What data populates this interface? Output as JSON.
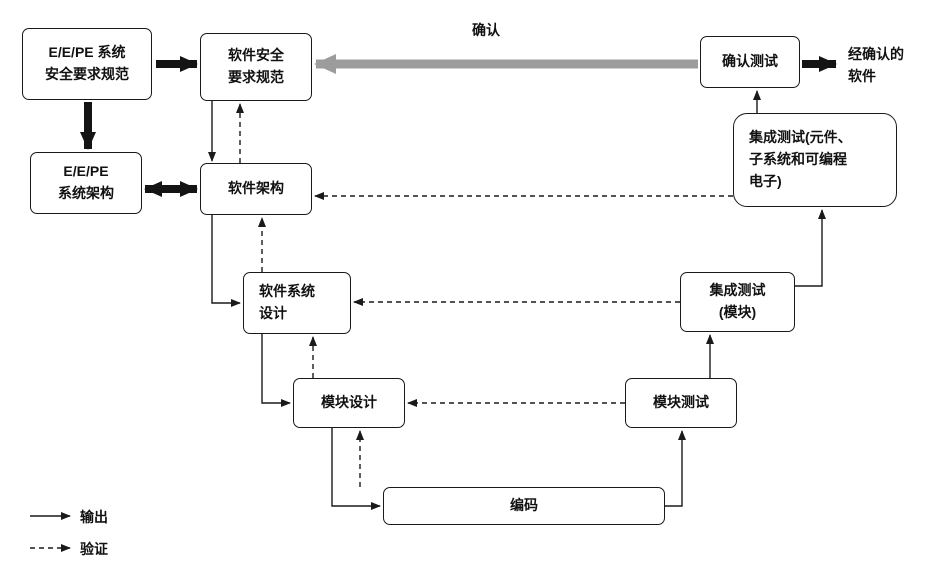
{
  "diagram": {
    "title_hint": "software-safety-lifecycle-v-model",
    "boxes": {
      "eepe_safety_req": "E/E/PE 系统\n安全要求规范",
      "sw_safety_req": "软件安全\n要求规范",
      "eepe_arch": "E/E/PE\n系统架构",
      "sw_arch": "软件架构",
      "sw_system_design": "软件系统\n设计",
      "module_design": "模块设计",
      "coding": "编码",
      "module_test": "模块测试",
      "integration_test_module": "集成测试\n(模块)",
      "integration_test_pe": "集成测试(元件、\n子系统和可编程\n电子)",
      "validation_test": "确认测试"
    },
    "labels": {
      "validation_arrow": "确认",
      "validated_software": "经确认的\n软件"
    },
    "legend": {
      "output": "输出",
      "verification": "验证"
    },
    "colors": {
      "line": "#1a1a1a",
      "thick_arrow": "#141414",
      "gray_arrow": "#9c9c9c",
      "background": "#ffffff"
    }
  }
}
